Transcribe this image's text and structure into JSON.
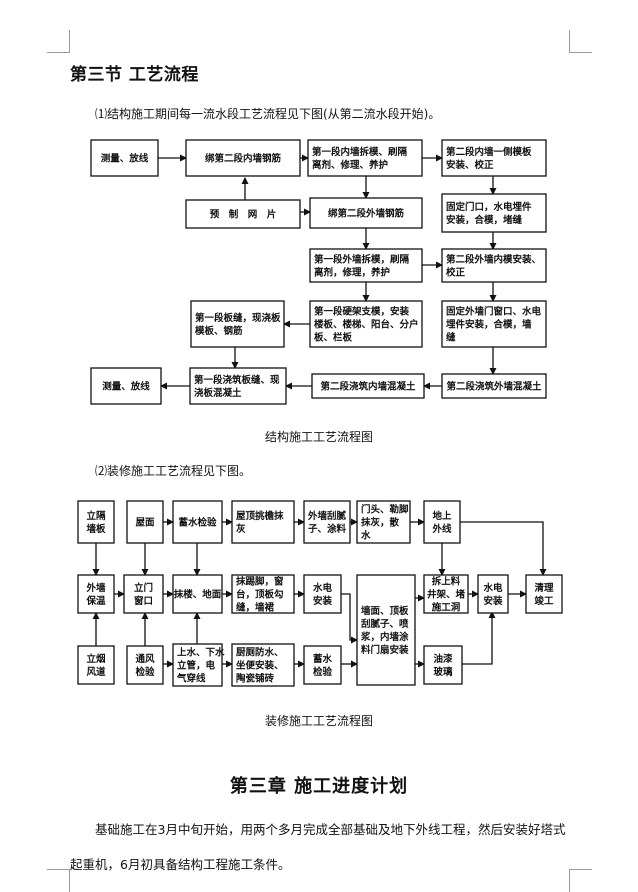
{
  "section_title": "第三节  工艺流程",
  "para1": "⑴结构施工期间每一流水段工艺流程见下图(从第二流水段开始)。",
  "caption1": "结构施工工艺流程图",
  "para2": "⑵装修施工工艺流程见下图。",
  "caption2": "装修施工工艺流程图",
  "chapter_title": "第三章  施工进度计划",
  "body": "基础施工在3月中旬开始，用两个多月完成全部基础及地下外线工程，然后安装好塔式起重机，6月初具备结构工程施工条件。",
  "flow1": {
    "boxes": [
      {
        "id": "a1",
        "lines": [
          "测量、放线"
        ]
      },
      {
        "id": "a2",
        "lines": [
          "绑第二段内墙钢筋"
        ]
      },
      {
        "id": "a3",
        "lines": [
          "第一段内墙拆模、刷隔",
          "离剂、修理、养护"
        ]
      },
      {
        "id": "a4",
        "lines": [
          "第二段内墙一侧模板",
          "安装、校正"
        ]
      },
      {
        "id": "b1",
        "lines": [
          "预　制　网　片"
        ]
      },
      {
        "id": "b2",
        "lines": [
          "绑第二段外墙钢筋"
        ]
      },
      {
        "id": "b3",
        "lines": [
          "固定门口，水电埋件",
          "安装，合模，堵缝"
        ]
      },
      {
        "id": "c1",
        "lines": [
          "第一段外墙拆模，刷隔",
          "离剂，修理，养护"
        ]
      },
      {
        "id": "c2",
        "lines": [
          "第二段外墙内模安装、",
          "校正"
        ]
      },
      {
        "id": "d1",
        "lines": [
          "第一段板缝，现浇板",
          "模板、钢筋"
        ]
      },
      {
        "id": "d2",
        "lines": [
          "第一段硬架支模，安装",
          "楼板、楼梯、阳台、分户",
          "板、栏板"
        ]
      },
      {
        "id": "d3",
        "lines": [
          "固定外墙门窗口、水电",
          "埋件安装，合模，墙",
          "缝"
        ]
      },
      {
        "id": "e1",
        "lines": [
          "测量、放线"
        ]
      },
      {
        "id": "e2",
        "lines": [
          "第一段浇筑板缝、现",
          "浇板混凝土"
        ]
      },
      {
        "id": "e3",
        "lines": [
          "第二段浇筑内墙混凝土"
        ]
      },
      {
        "id": "e4",
        "lines": [
          "第二段浇筑外墙混凝土"
        ]
      }
    ]
  },
  "flow2": {
    "boxes": [
      {
        "id": "r1",
        "lines": [
          "立隔",
          "墙板"
        ]
      },
      {
        "id": "r2",
        "lines": [
          "屋面"
        ]
      },
      {
        "id": "r3",
        "lines": [
          "蓄水检验"
        ]
      },
      {
        "id": "r4",
        "lines": [
          "屋顶挑檐抹",
          "灰"
        ]
      },
      {
        "id": "r5",
        "lines": [
          "外墙刮腻",
          "子、涂料"
        ]
      },
      {
        "id": "r6",
        "lines": [
          "门头、勒脚",
          "抹灰，散",
          "水"
        ]
      },
      {
        "id": "r7",
        "lines": [
          "地上",
          "外线"
        ]
      },
      {
        "id": "s1",
        "lines": [
          "外墙",
          "保温"
        ]
      },
      {
        "id": "s2",
        "lines": [
          "立门",
          "窗口"
        ]
      },
      {
        "id": "s3",
        "lines": [
          "抹楼、地面"
        ]
      },
      {
        "id": "s4",
        "lines": [
          "抹踢脚，窗",
          "台，顶板勾",
          "缝，墙裙"
        ]
      },
      {
        "id": "s5",
        "lines": [
          "水电",
          "安装"
        ]
      },
      {
        "id": "s6",
        "lines": [
          "墙面、顶板",
          "刮腻子、喷",
          "浆，内墙涂",
          "料门扇安装"
        ]
      },
      {
        "id": "s7",
        "lines": [
          "拆上料",
          "井架、堵",
          "施工洞"
        ]
      },
      {
        "id": "s8",
        "lines": [
          "水电",
          "安装"
        ]
      },
      {
        "id": "s9",
        "lines": [
          "清理",
          "竣工"
        ]
      },
      {
        "id": "t1",
        "lines": [
          "立烟",
          "风道"
        ]
      },
      {
        "id": "t2",
        "lines": [
          "通风",
          "检验"
        ]
      },
      {
        "id": "t3",
        "lines": [
          "上水、下水",
          "立管，电",
          "气穿线"
        ]
      },
      {
        "id": "t4",
        "lines": [
          "厨厕防水、",
          "坐便安装、",
          "陶瓷铺砖"
        ]
      },
      {
        "id": "t5",
        "lines": [
          "蓄水",
          "检验"
        ]
      },
      {
        "id": "t6",
        "lines": [
          "油漆",
          "玻璃"
        ]
      }
    ]
  }
}
